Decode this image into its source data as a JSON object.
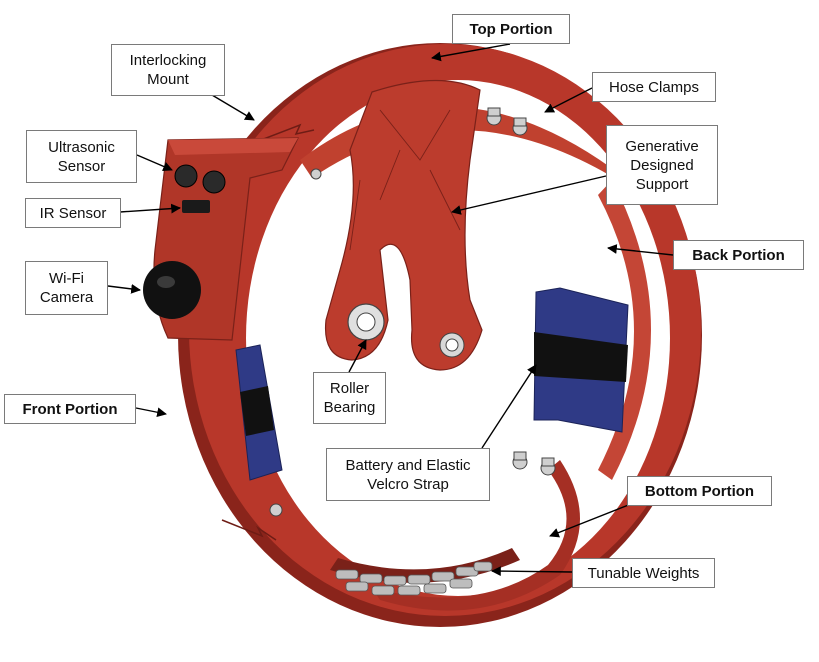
{
  "labels": {
    "top_portion": "Top Portion",
    "interlocking_mount": "Interlocking\nMount",
    "hose_clamps": "Hose Clamps",
    "ultrasonic_sensor": "Ultrasonic\nSensor",
    "generative_support": "Generative\nDesigned\nSupport",
    "ir_sensor": "IR Sensor",
    "back_portion": "Back Portion",
    "wifi_camera": "Wi-Fi\nCamera",
    "roller_bearing": "Roller\nBearing",
    "front_portion": "Front Portion",
    "battery_strap": "Battery and Elastic\nVelcro Strap",
    "bottom_portion": "Bottom Portion",
    "tunable_weights": "Tunable Weights"
  },
  "colors": {
    "body_red": "#b8372a",
    "body_red_light": "#d0493a",
    "body_red_dark": "#8a241b",
    "battery_blue": "#2f3a86",
    "strap_black": "#111111",
    "metal": "#c9c9c9"
  }
}
